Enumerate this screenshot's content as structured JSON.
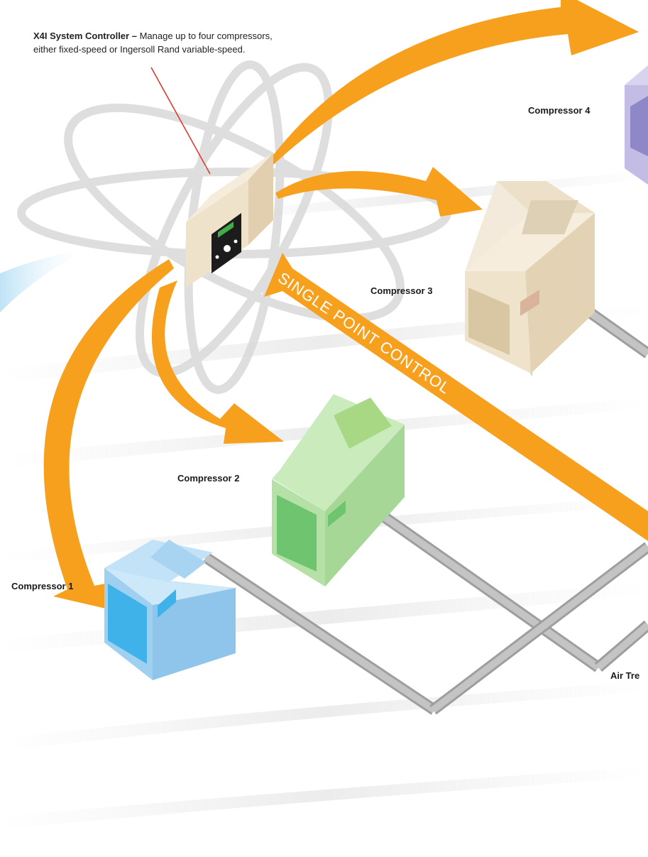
{
  "controller": {
    "name": "X4I System Controller –",
    "description_line1": "Manage up to four compressors,",
    "description_line2": "either fixed-speed or Ingersoll Rand variable-speed."
  },
  "compressors": [
    {
      "label": "Compressor 1",
      "color": "#9fd0f0"
    },
    {
      "label": "Compressor 2",
      "color": "#b5e0a6"
    },
    {
      "label": "Compressor 3",
      "color": "#efe3cc"
    },
    {
      "label": "Compressor 4",
      "color": "#b6b0dc"
    }
  ],
  "air_treatment_label": "Air Tre",
  "control_text": "SINGLE POINT CONTROL",
  "colors": {
    "arrow": "#f7a01e",
    "pipe": "#bdbdbd",
    "leader_line": "#e03a2f",
    "controller_body": "#efe2cb",
    "controller_screen": "#1c1c1c"
  }
}
